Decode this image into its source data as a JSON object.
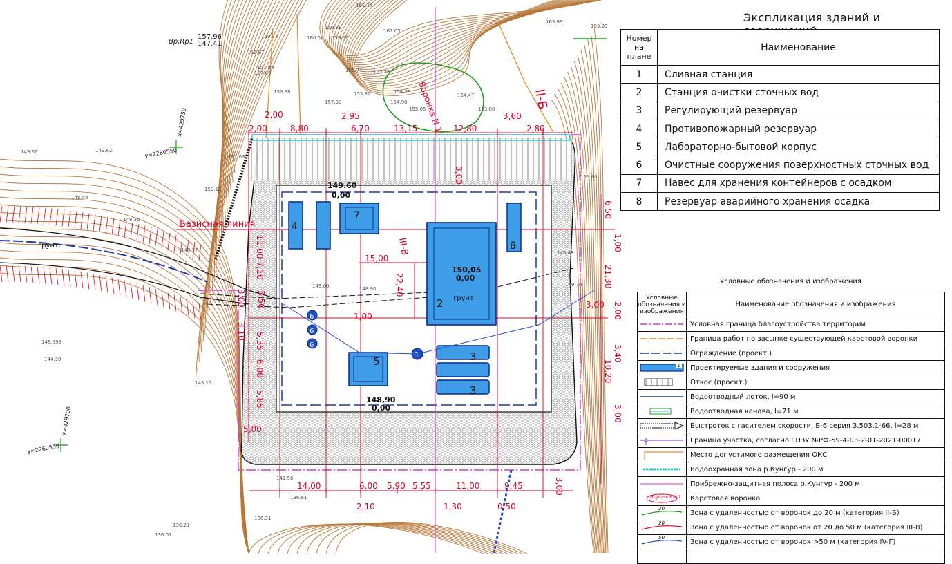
{
  "plan": {
    "benchmark_label": "Вр.Rp1",
    "benchmark_top": "157.96",
    "benchmark_bottom": "147.41",
    "baseline_label": "Базисная линия",
    "borehole_label": "Воронка N 1",
    "zone_label": "II-Б",
    "zone3_label": "III-В",
    "soil_label": "грунт.",
    "buildings": [
      {
        "number": "1"
      },
      {
        "number": "2"
      },
      {
        "number": "3"
      },
      {
        "number": "4"
      },
      {
        "number": "5"
      },
      {
        "number": "6"
      },
      {
        "number": "7"
      },
      {
        "number": "8"
      }
    ],
    "elevations": {
      "e7_top": "149.60",
      "e7_bottom": "0,00",
      "e2_top": "150,05",
      "e2_bottom": "0,00",
      "e5_top": "148,90",
      "e5_bottom": "0,00"
    },
    "dims_top": [
      "2,00",
      "8,80",
      "6,70",
      "13,15",
      "12,80",
      "2,80"
    ],
    "dims_top2": [
      "2,00",
      "2,95",
      "3,60"
    ],
    "dims_bottom": [
      "14,00",
      "6,00",
      "5,90",
      "5,55",
      "11,00",
      "9,45"
    ],
    "dims_bottom2": [
      "2,10",
      "1,30",
      "0,50"
    ],
    "dims_left": [
      "11,00",
      "7,10",
      "3,50",
      "3,00",
      "3,10",
      "5,35",
      "6,00",
      "5,85",
      "5,00"
    ],
    "dims_right": [
      "6,50",
      "1,00",
      "21,30",
      "2,00",
      "3,40",
      "10,20",
      "3,00",
      "3,00"
    ],
    "dims_inner": [
      "15,00",
      "22,40",
      "1,00",
      "3,00",
      "3,00"
    ],
    "coord_labels": [
      "x=429750",
      "y=2260550",
      "x=429700",
      "y=2260550"
    ],
    "spot_heights": [
      "162.05",
      "161.37",
      "159.73",
      "160.52",
      "159.56",
      "159.88",
      "156.97",
      "157.88",
      "157.69",
      "155.74",
      "155.26",
      "156.88",
      "155.32",
      "154.75",
      "154.90",
      "155.05",
      "154.47",
      "153.80",
      "157.30",
      "163.89",
      "163.20",
      "149.62",
      "149.62",
      "150.13",
      "148.58",
      "148.35",
      "148.17",
      "149.00",
      "148.90",
      "148.998",
      "144.39",
      "143.15",
      "141.56",
      "136.61",
      "136.31",
      "136.21",
      "136.07",
      "151.03",
      "149.48",
      "149.70",
      "153.80"
    ]
  },
  "explication": {
    "title": "Экспликация зданий и сооружений",
    "col_number": "Номер на плане",
    "col_name": "Наименование",
    "rows": [
      {
        "num": "1",
        "name": "Сливная станция"
      },
      {
        "num": "2",
        "name": "Станция очистки сточных вод"
      },
      {
        "num": "3",
        "name": "Регулирующий резервуар"
      },
      {
        "num": "4",
        "name": "Противопожарный резервуар"
      },
      {
        "num": "5",
        "name": "Лабораторно-бытовой корпус"
      },
      {
        "num": "6",
        "name": "Очистные сооружения поверхностных сточных вод"
      },
      {
        "num": "7",
        "name": "Навес для хранения контейнеров с осадком"
      },
      {
        "num": "8",
        "name": "Резервуар аварийного хранения осадка"
      }
    ]
  },
  "legend": {
    "title": "Условные обозначения и изображения",
    "col_symbol": "Условные обозначения и изображения",
    "col_name": "Наименование обозначения и изображения",
    "rows": [
      {
        "symbol": "boundary-magenta",
        "name": "Условная граница благоустройства территории"
      },
      {
        "symbol": "boundary-orange",
        "name": "Граница работ по засыпке существующей карстовой воронки"
      },
      {
        "symbol": "fence",
        "name": "Ограждение (проект.)"
      },
      {
        "symbol": "building",
        "name": "Проектируемые здания и сооружения",
        "badge": "1"
      },
      {
        "symbol": "slope",
        "name": "Откос (проект.)"
      },
      {
        "symbol": "tray",
        "name": "Водоотводный лоток, l=90 м"
      },
      {
        "symbol": "ditch",
        "name": "Водоотводная канава, l=71 м"
      },
      {
        "symbol": "rapid",
        "name": "Быстроток с гасителем скорости, Б-6 серия 3.503.1-66, l=28 м"
      },
      {
        "symbol": "site-boundary",
        "name": "Граница участка, согласно ГПЗУ №РФ-59-4-03-2-01-2021-00017"
      },
      {
        "symbol": "oks",
        "name": "Место допустимого размещения ОКС"
      },
      {
        "symbol": "water-zone",
        "name": "Водоохранная зона р.Кунгур - 200 м"
      },
      {
        "symbol": "coastal-strip",
        "name": "Прибрежно-защитная полоса р.Кунгур - 200 м"
      },
      {
        "symbol": "karst",
        "name": "Карстовая воронка",
        "badge": "Воронка N 1"
      },
      {
        "symbol": "zone-20",
        "name": "Зона с удаленностью от воронок до 20 м (категория II-Б)",
        "badge": "20"
      },
      {
        "symbol": "zone-50",
        "name": "Зона с удаленностью от воронок от 20 до 50 м (категория III-В)",
        "badge": "20"
      },
      {
        "symbol": "zone-50plus",
        "name": "Зона с удаленностью от воронок >50 м (категория IV-Г)",
        "badge": "50"
      },
      {
        "symbol": "empty",
        "name": ""
      }
    ]
  },
  "colors": {
    "contour": "#b8783a",
    "dimension": "#e0002a",
    "building_fill": "#3f9de8",
    "building_stroke": "#0a2a8a",
    "magenta": "#d633d6",
    "fence": "#1a3aa8",
    "green": "#18a018",
    "water_zone": "#22c8c8",
    "blue_line": "#2a4ad8"
  }
}
